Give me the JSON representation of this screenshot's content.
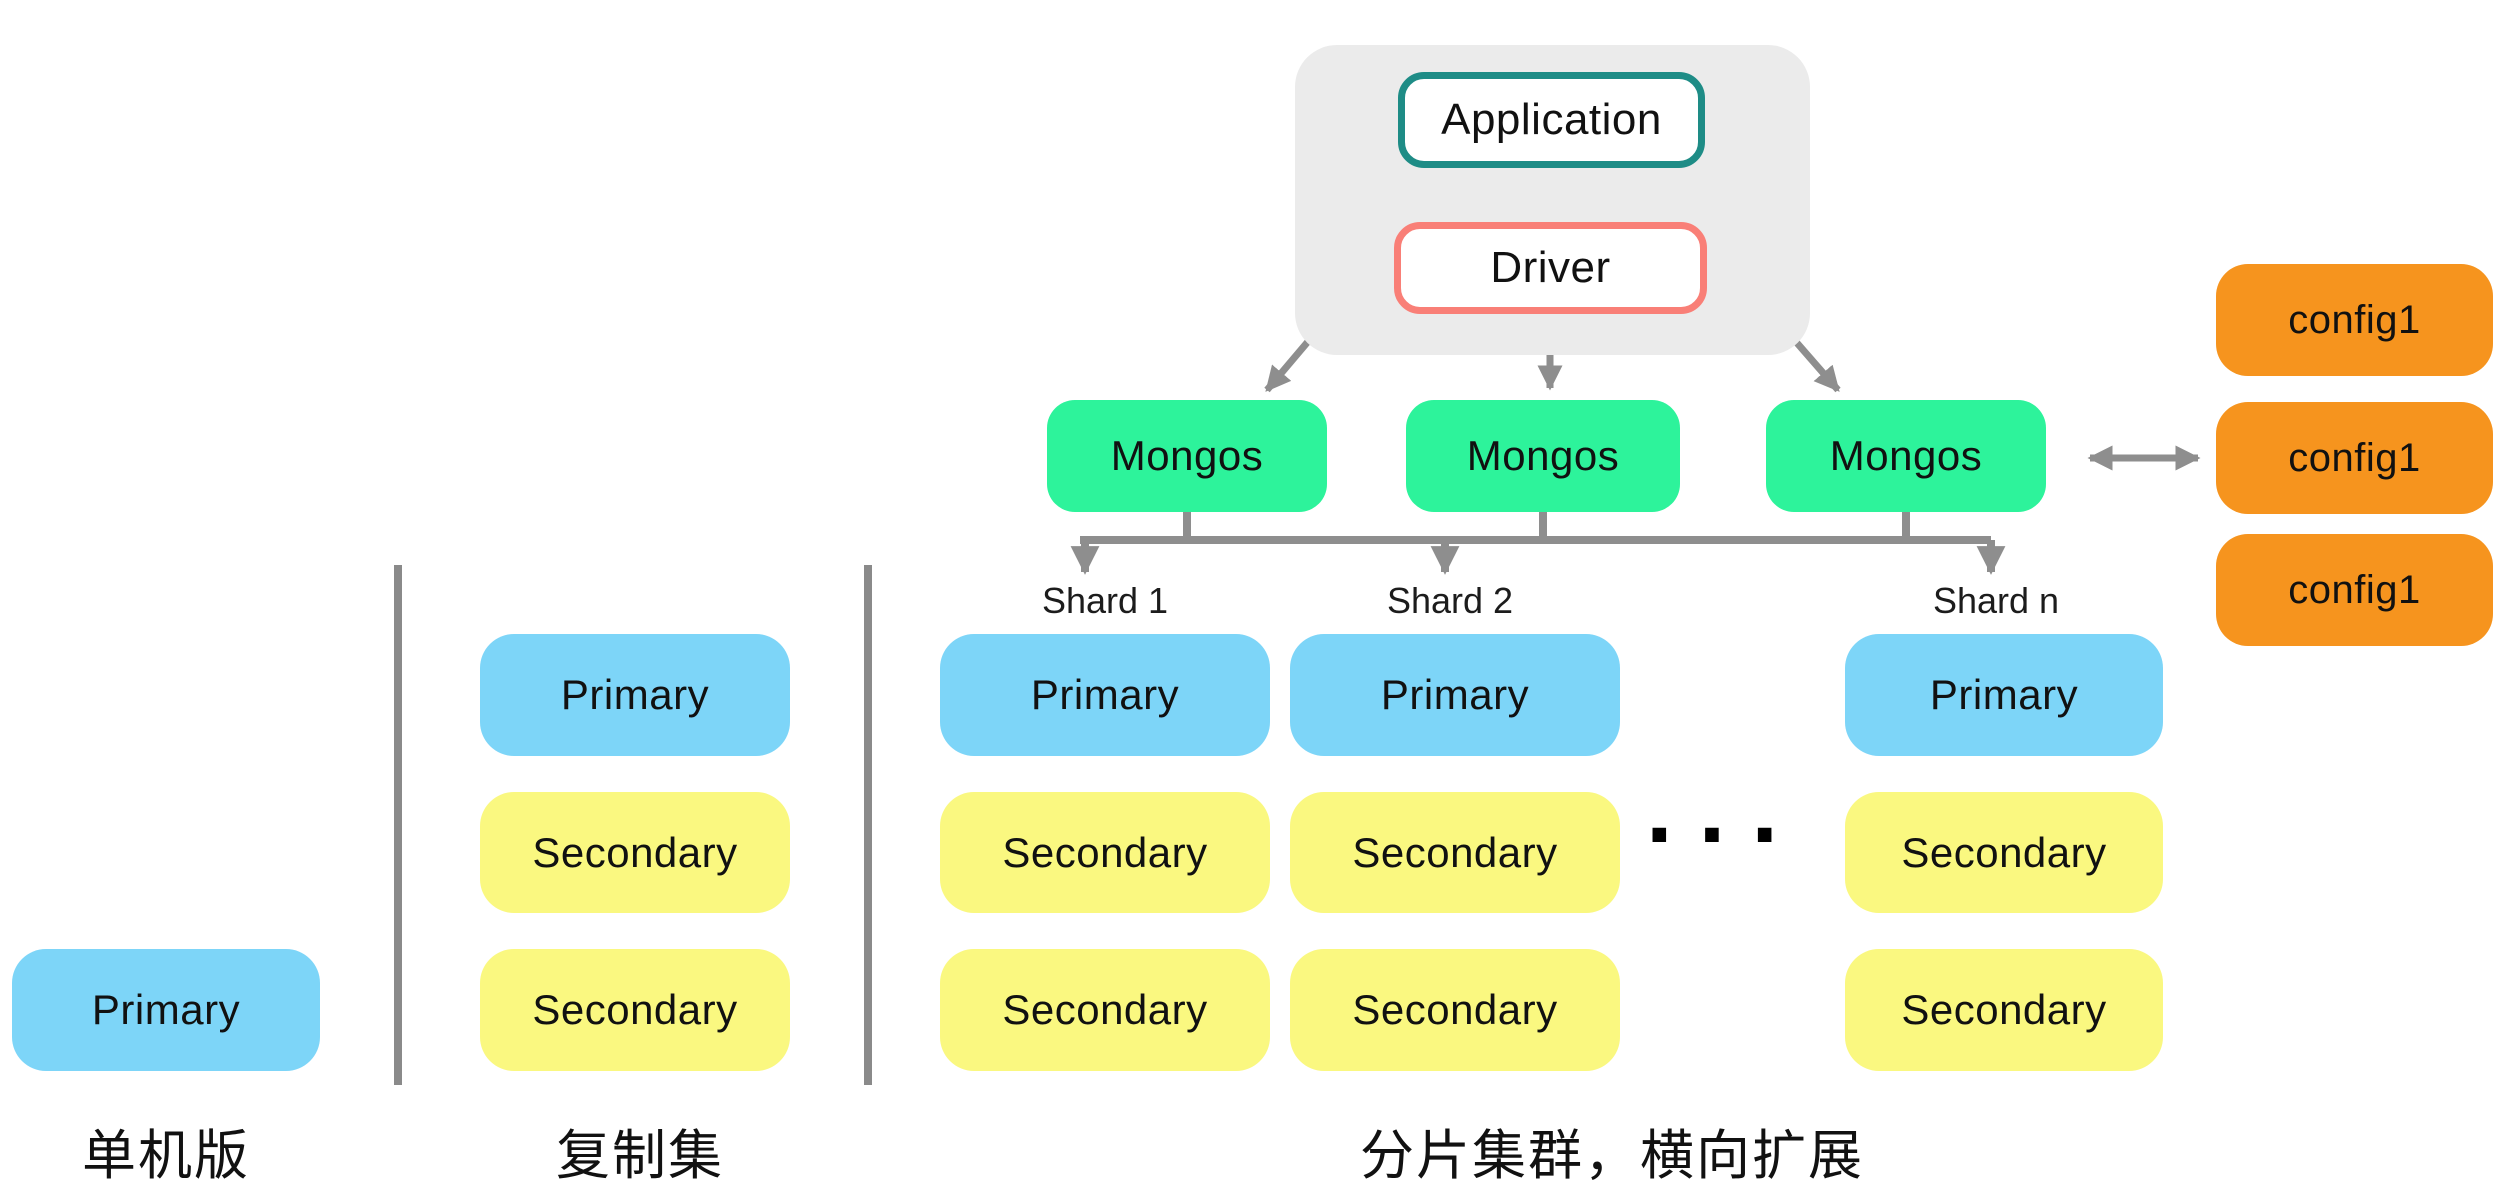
{
  "colors": {
    "panel-gray": "#ebebeb",
    "teal-border": "#1e8c86",
    "salmon-border": "#f97f77",
    "mongos-green": "#2df39b",
    "primary-blue": "#7dd5f8",
    "secondary-yellow": "#faf880",
    "config-orange": "#f6941e",
    "wire-gray": "#8e8e8e",
    "divider-gray": "#8a8a8a",
    "text-black": "#111111"
  },
  "app_stack": {
    "application": "Application",
    "driver": "Driver"
  },
  "mongos": {
    "labels": [
      "Mongos",
      "Mongos",
      "Mongos"
    ]
  },
  "configs": {
    "labels": [
      "config1",
      "config1",
      "config1"
    ]
  },
  "standalone": {
    "node": "Primary",
    "caption": "单机版"
  },
  "replica_set": {
    "nodes": [
      "Primary",
      "Secondary",
      "Secondary"
    ],
    "caption": "复制集"
  },
  "sharded": {
    "caption": "分片集群，横向扩展",
    "ellipsis": "...",
    "shards": [
      {
        "label": "Shard 1",
        "nodes": [
          "Primary",
          "Secondary",
          "Secondary"
        ]
      },
      {
        "label": "Shard 2",
        "nodes": [
          "Primary",
          "Secondary",
          "Secondary"
        ]
      },
      {
        "label": "Shard n",
        "nodes": [
          "Primary",
          "Secondary",
          "Secondary"
        ]
      }
    ]
  }
}
